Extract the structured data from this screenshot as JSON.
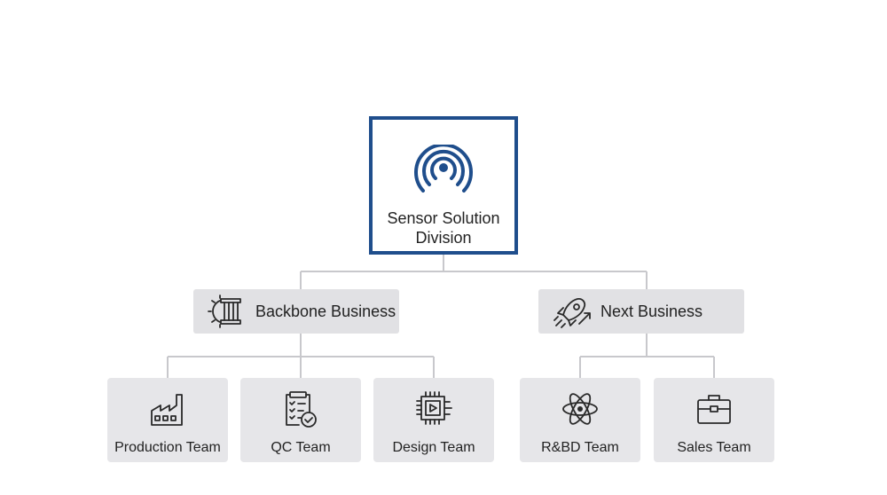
{
  "root": {
    "label_line1": "Sensor Solution",
    "label_line2": "Division",
    "icon": "signal-icon"
  },
  "groups": [
    {
      "label": "Backbone Business",
      "icon": "gear-pillar-icon"
    },
    {
      "label": "Next Business",
      "icon": "rocket-icon"
    }
  ],
  "teams": [
    {
      "label": "Production Team",
      "icon": "factory-icon"
    },
    {
      "label": "QC Team",
      "icon": "clipboard-check-icon"
    },
    {
      "label": "Design Team",
      "icon": "chip-icon"
    },
    {
      "label": "R&BD Team",
      "icon": "atom-icon"
    },
    {
      "label": "Sales Team",
      "icon": "briefcase-icon"
    }
  ],
  "colors": {
    "root_border": "#1f4e8c",
    "box_fill": "#e1e1e4",
    "connector": "#c8c8cc"
  }
}
